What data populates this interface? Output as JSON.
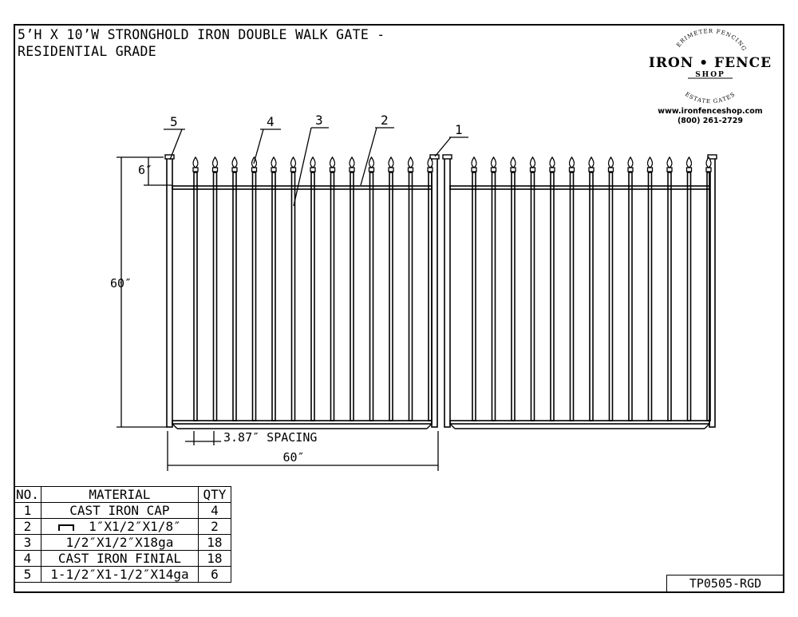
{
  "title": {
    "line1": "5’H X 10’W STRONGHOLD IRON DOUBLE WALK GATE -",
    "line2": "RESIDENTIAL GRADE"
  },
  "logo": {
    "top_arc": "PERIMETER FENCING",
    "brand": "IRON • FENCE",
    "sub": "SHOP",
    "bottom_arc": "ESTATE GATES",
    "website": "www.ironfenceshop.com",
    "phone": "(800) 261-2729"
  },
  "dimensions": {
    "height": "60″",
    "finial_height": "6″",
    "spacing": "3.87″ SPACING",
    "width": "60″"
  },
  "callouts": [
    "1",
    "2",
    "3",
    "4",
    "5"
  ],
  "bom": {
    "headers": [
      "NO.",
      "MATERIAL",
      "QTY"
    ],
    "rows": [
      {
        "no": "1",
        "material": "CAST IRON CAP",
        "qty": "4"
      },
      {
        "no": "2",
        "material": "1″X1/2″X1/8″",
        "qty": "2"
      },
      {
        "no": "3",
        "material": "1/2″X1/2″X18ga",
        "qty": "18"
      },
      {
        "no": "4",
        "material": "CAST IRON FINIAL",
        "qty": "18"
      },
      {
        "no": "5",
        "material": "1-1/2″X1-1/2″X14ga",
        "qty": "6"
      }
    ]
  },
  "drawing_number": "TP0505-RGD"
}
